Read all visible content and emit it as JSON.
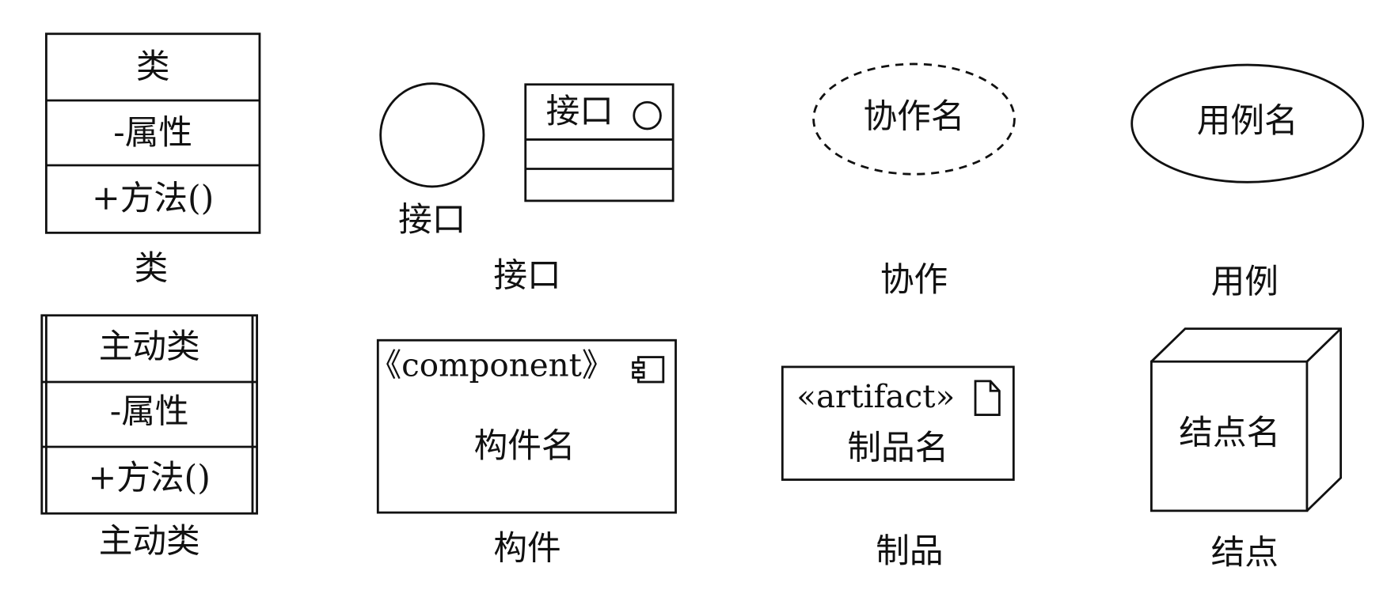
{
  "class": {
    "name": "类",
    "attribute": "-属性",
    "method": "+方法()",
    "caption": "类"
  },
  "active_class": {
    "name": "主动类",
    "attribute": "-属性",
    "method": "+方法()",
    "caption": "主动类"
  },
  "interface": {
    "lollipop_label": "接口",
    "box_name": "接口",
    "caption": "接口"
  },
  "collaboration": {
    "name": "协作名",
    "caption": "协作"
  },
  "use_case": {
    "name": "用例名",
    "caption": "用例"
  },
  "component": {
    "stereotype": "《component》",
    "name": "构件名",
    "caption": "构件",
    "icon": "component-icon"
  },
  "artifact": {
    "stereotype": "«artifact»",
    "name": "制品名",
    "caption": "制品",
    "icon": "document-icon"
  },
  "node": {
    "name": "结点名",
    "caption": "结点"
  }
}
